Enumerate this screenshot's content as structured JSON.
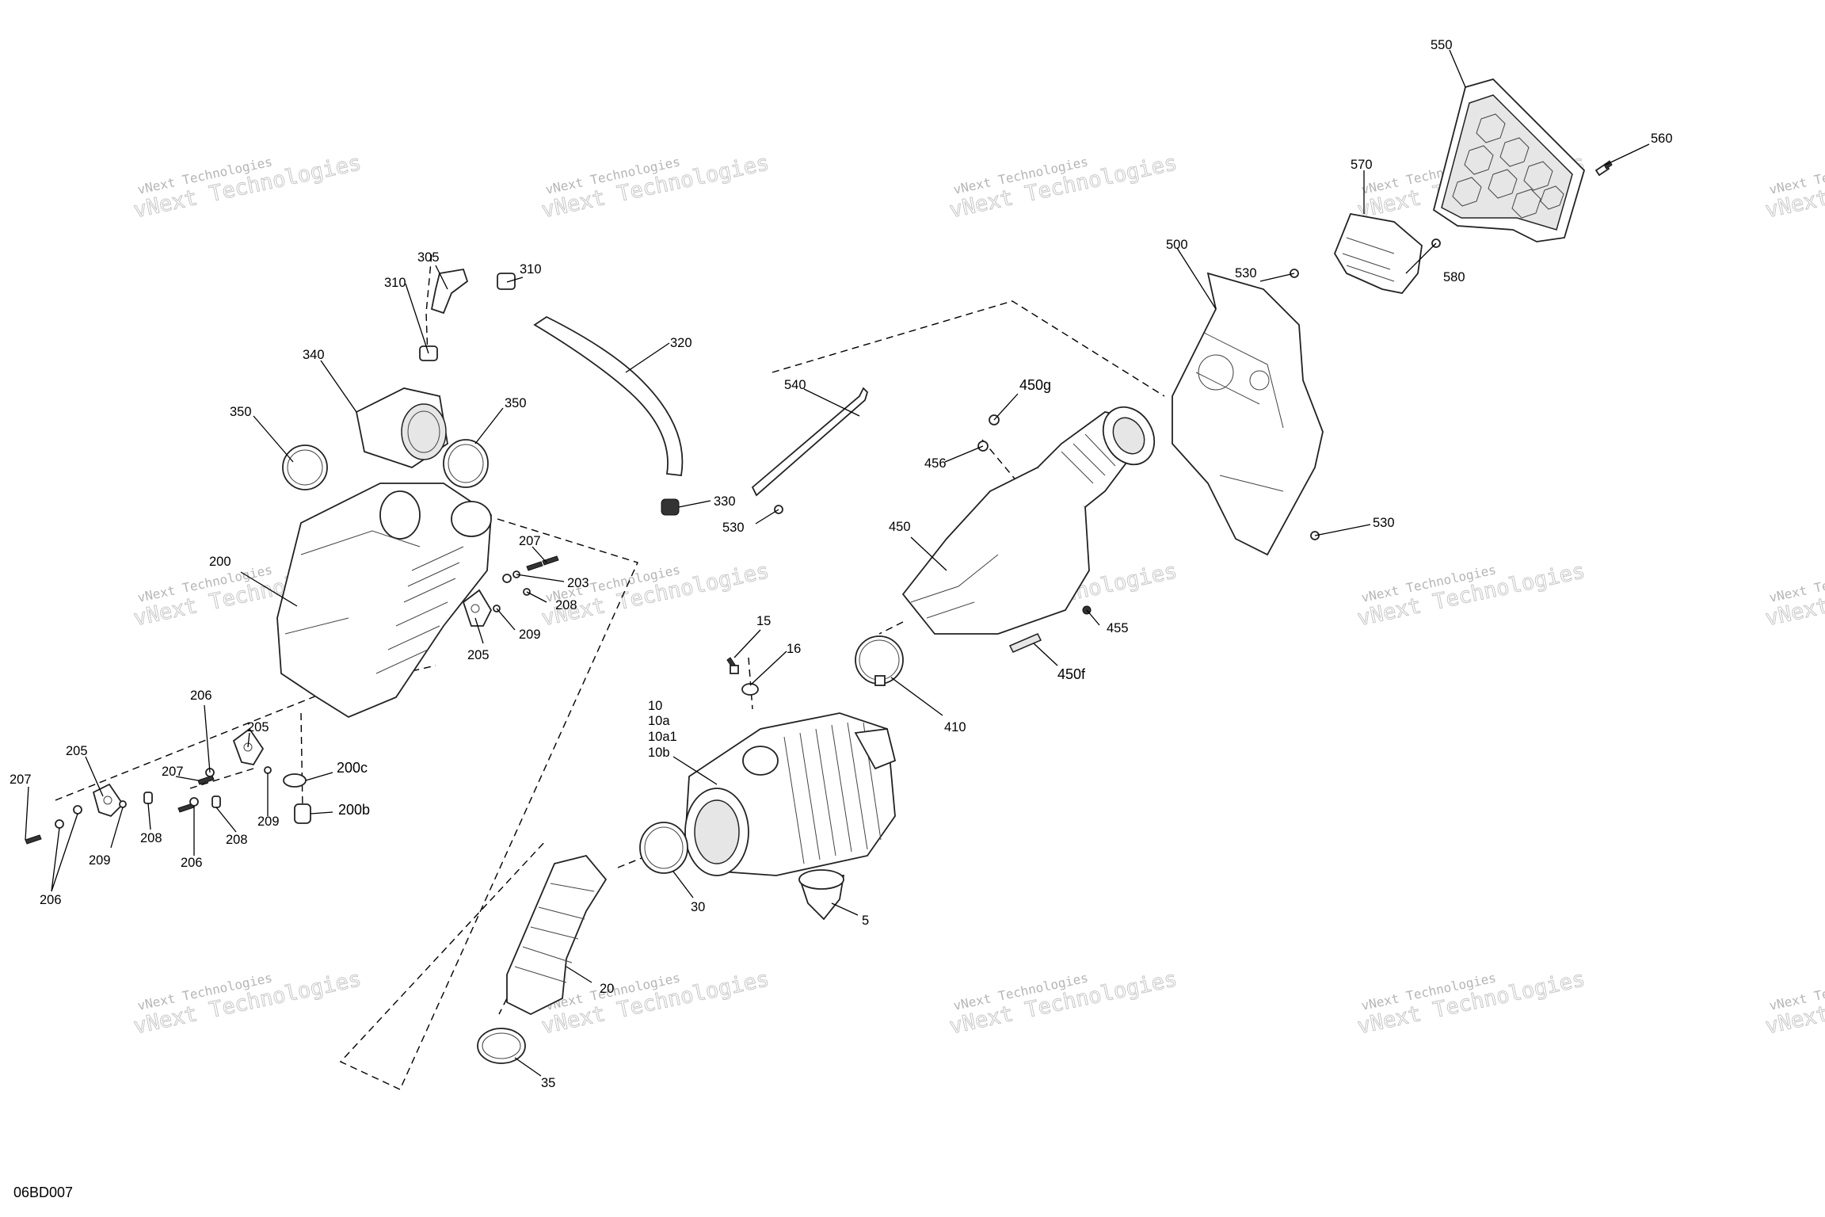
{
  "diagram_ref": "06BD007",
  "watermark": {
    "line1": "vNext Technologies",
    "line2": "vNext Technologies"
  },
  "labels": {
    "l550": "550",
    "l560": "560",
    "l570": "570",
    "l580": "580",
    "l500": "500",
    "l530a": "530",
    "l530b": "530",
    "l530c": "530",
    "l540": "540",
    "l450g": "450g",
    "l456": "456",
    "l450": "450",
    "l455": "455",
    "l450f": "450f",
    "l410": "410",
    "l305": "305",
    "l310a": "310",
    "l310b": "310",
    "l320": "320",
    "l340": "340",
    "l350a": "350",
    "l350b": "350",
    "l330": "330",
    "l200": "200",
    "l207a": "207",
    "l203": "203",
    "l208a": "208",
    "l209a": "209",
    "l205a": "205",
    "l206a": "206",
    "l205b": "205",
    "l205c": "205",
    "l207b": "207",
    "l207c": "207",
    "l200c": "200c",
    "l200b": "200b",
    "l208b": "208",
    "l208c": "208",
    "l209b": "209",
    "l209c": "209",
    "l206b": "206",
    "l206c": "206",
    "l15": "15",
    "l16": "16",
    "l10": "10",
    "l10a": "10a",
    "l10a1": "10a1",
    "l10b": "10b",
    "l30": "30",
    "l5": "5",
    "l20": "20",
    "l35": "35"
  }
}
